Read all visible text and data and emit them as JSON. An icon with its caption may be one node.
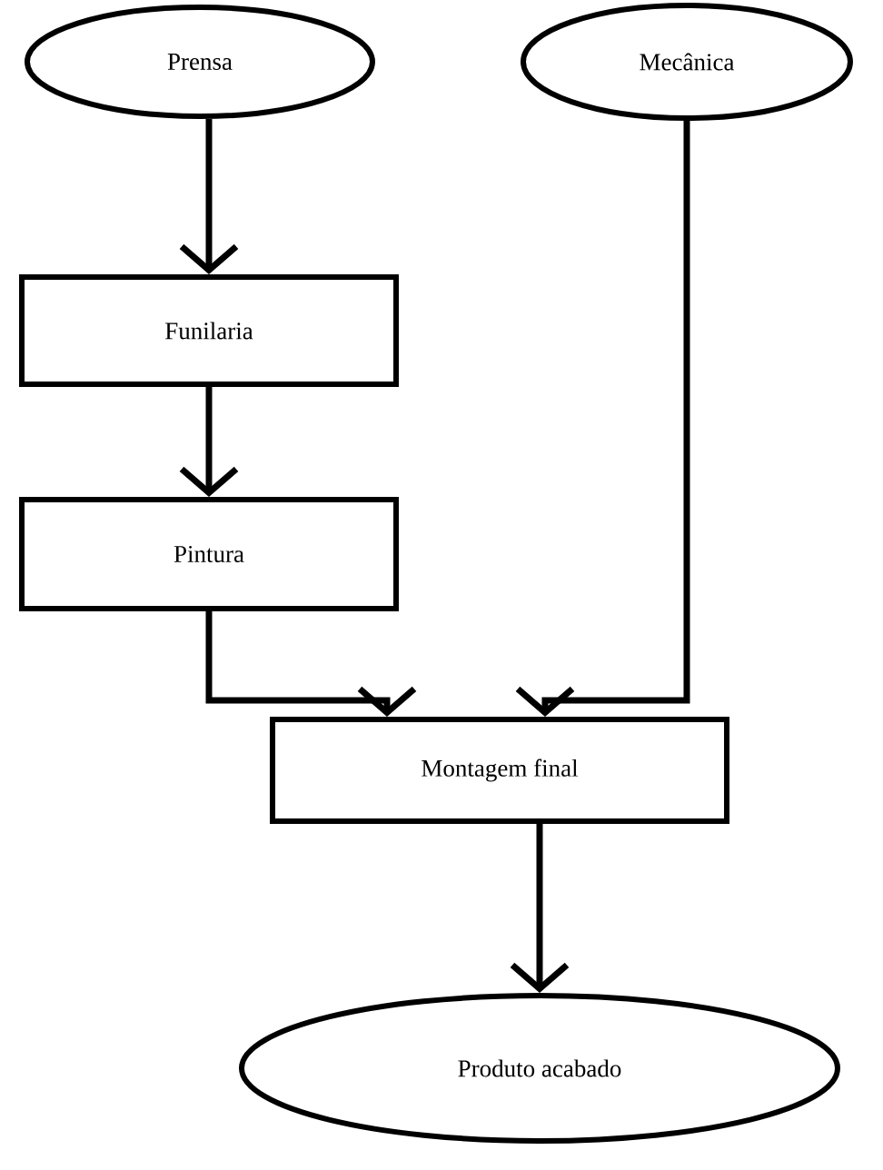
{
  "diagram": {
    "nodes": [
      {
        "text": [
          "Prensa"
        ]
      },
      {
        "text": [
          "Mecânica"
        ]
      },
      {
        "text": [
          "Funilaria"
        ]
      },
      {
        "text": [
          "Pintura"
        ]
      },
      {
        "text": [
          "Montagem final"
        ]
      },
      {
        "text": [
          "Produto acabado"
        ]
      }
    ],
    "edges": [
      {
        "from": 0,
        "to": 2,
        "arrow": "to"
      },
      {
        "from": 2,
        "to": 3,
        "arrow": "to"
      },
      {
        "from": 3,
        "to": 4,
        "arrow": "to"
      },
      {
        "from": 1,
        "to": 4,
        "arrow": "to"
      },
      {
        "from": 4,
        "to": 5,
        "arrow": "to"
      }
    ]
  }
}
